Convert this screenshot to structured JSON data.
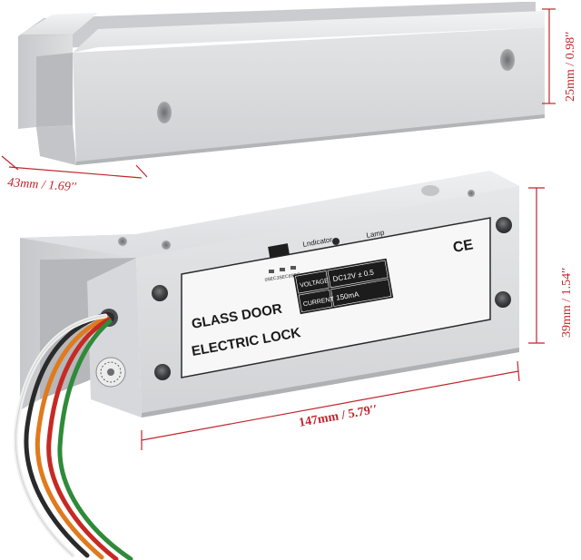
{
  "product": {
    "label_line1": "GLASS DOOR",
    "label_line2": "ELECTRIC LOCK",
    "voltage_label": "VOLTAGE",
    "voltage_value": "DC12V ± 0.5",
    "current_label": "CURRENT",
    "current_value": "150mA",
    "ce_mark": "CE",
    "indicator_label": "Lndicator",
    "lamp_label": "Lamp",
    "delay_labels": [
      "0SEC",
      "3SEC",
      "6SEC"
    ]
  },
  "dimensions": {
    "width_bracket": "43mm / 1.69′′",
    "height_bracket": "25mm / 0.98′′",
    "height_body": "39mm / 1.54′′",
    "length_body": "147mm / 5.79′′"
  },
  "colors": {
    "dimension_red": "#c0262c",
    "aluminum": "#d9dadc"
  }
}
